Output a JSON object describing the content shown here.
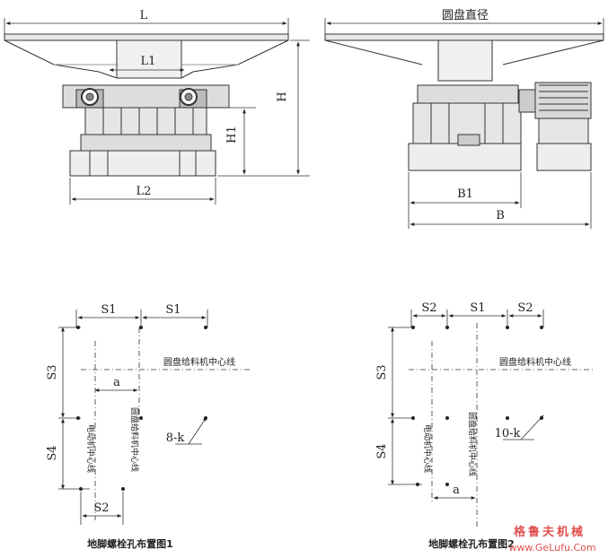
{
  "diagram1": {
    "title": "",
    "dim_L": "L",
    "dim_L1": "L1",
    "dim_L2": "L2",
    "dim_H": "H",
    "dim_H1": "H1"
  },
  "diagram2": {
    "dim_diameter": "圆盘直径",
    "dim_B1": "B1",
    "dim_B": "B"
  },
  "layout1": {
    "S1_left": "S1",
    "S1_right": "S1",
    "S3": "S3",
    "S4": "S4",
    "a": "a",
    "S2": "S2",
    "centerline_h": "圆盘给料机中心线",
    "centerline_motor": "电动机中心线",
    "centerline_v": "圆盘给料机中心线",
    "holes": "8-k",
    "caption": "地脚螺栓孔布置图1"
  },
  "layout2": {
    "S2_left": "S2",
    "S1": "S1",
    "S2_right": "S2",
    "S3": "S3",
    "S4": "S4",
    "a": "a",
    "centerline_h": "圆盘给料机中心线",
    "centerline_motor": "电动机中心线",
    "centerline_v": "圆盘给料机中心线",
    "holes": "10-k",
    "caption": "地脚螺栓孔布置图2"
  },
  "watermark": {
    "brand": "格鲁夫机械",
    "url": "www.GeLufu.Com"
  }
}
